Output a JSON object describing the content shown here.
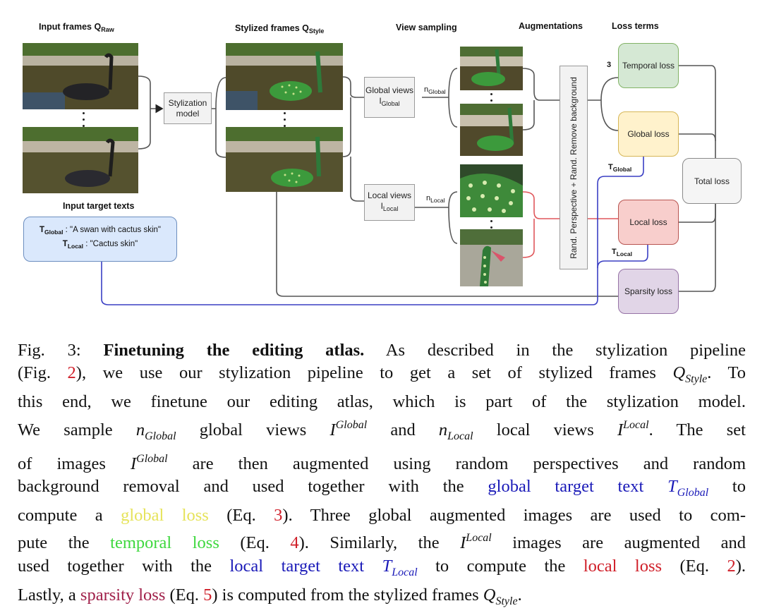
{
  "figure": {
    "headers": {
      "input_frames": "Input frames Q",
      "input_frames_sub": "Raw",
      "stylized_frames": "Stylized frames Q",
      "stylized_frames_sub": "Style",
      "view_sampling": "View sampling",
      "augmentations": "Augmentations",
      "loss_terms": "Loss terms",
      "input_target_texts": "Input target texts"
    },
    "stylization_model": {
      "line1": "Stylization",
      "line2": "model"
    },
    "global_views": {
      "line1": "Global views",
      "sym": "I",
      "sym_sub": "Global",
      "count": "n",
      "count_sub": "Global"
    },
    "local_views": {
      "line1": "Local views",
      "sym": "I",
      "sym_sub": "Local",
      "count": "n",
      "count_sub": "Local"
    },
    "augmentation_label": "Rand. Perspective + Rand. Remove background",
    "temporal_count": "3",
    "losses": {
      "temporal": "Temporal loss",
      "global": "Global loss",
      "local": "Local loss",
      "sparsity": "Sparsity loss",
      "total": "Total loss"
    },
    "edge_labels": {
      "t_global": "T",
      "t_global_sub": "Global",
      "t_local": "T",
      "t_local_sub": "Local"
    },
    "target_texts": {
      "global_sym": "T",
      "global_sub": "Global",
      "global_text": " : \"A swan with cactus skin\"",
      "local_sym": "T",
      "local_sub": "Local",
      "local_text": " : \"Cactus skin\""
    },
    "images": {
      "input_frame_1": "black swan on pond",
      "input_frame_2": "black swan on pond",
      "stylized_frame_1": "swan with cactus skin",
      "stylized_frame_2": "swan with cactus skin",
      "global_view_1": "global crop of stylized swan",
      "global_view_2": "global crop of stylized swan",
      "local_view_1": "close-up cactus texture",
      "local_view_2": "close-up cactus neck with beak"
    },
    "colors": {
      "wire": "#555555",
      "text_wire": "#3a3fc4",
      "local_wire": "#e0575b",
      "temporal": "#d5e8d4",
      "global": "#fff2cc",
      "local": "#f8cecc",
      "sparsity": "#e1d5e7",
      "total": "#f5f5f5",
      "target_texts": "#dae8fc"
    }
  },
  "caption": {
    "fig_label": "Fig. 3: ",
    "title": "Finetuning the editing atlas.",
    "l1_a": " As described in the stylization pipeline",
    "l2_a": "(Fig. ",
    "l2_ref": "2",
    "l2_b": "), we use our stylization pipeline to get a set of stylized frames ",
    "l2_q": "Q",
    "l2_q_sub": "Style",
    "l2_c": ". To",
    "l3": "this end, we finetune our editing atlas, which is part of the stylization model.",
    "l4_a": "We sample ",
    "l4_n": "n",
    "l4_n_sub": "Global",
    "l4_b": " global views ",
    "l4_i": "I",
    "l4_i_sup": "Global",
    "l4_c": " and ",
    "l4_n2": "n",
    "l4_n2_sub": "Local",
    "l4_d": " local views ",
    "l4_i2": "I",
    "l4_i2_sup": "Local",
    "l4_e": ". The set",
    "l5_a": "of images ",
    "l5_i": "I",
    "l5_i_sup": "Global",
    "l5_b": " are then augmented using random perspectives and random",
    "l6_a": "background removal and used together with the ",
    "l6_link": "global target text ",
    "l6_t": "T",
    "l6_t_sub": "Global",
    "l6_b": " to",
    "l7_a": "compute a ",
    "l7_link": "global loss",
    "l7_b": " (Eq. ",
    "l7_ref": "3",
    "l7_c": "). Three global augmented images are used to com-",
    "l8_a": "pute the ",
    "l8_link": "temporal loss",
    "l8_b": " (Eq. ",
    "l8_ref": "4",
    "l8_c": "). Similarly, the ",
    "l8_i": "I",
    "l8_i_sup": "Local",
    "l8_d": " images are augmented and",
    "l9_a": "used together with the ",
    "l9_link": "local target text ",
    "l9_t": "T",
    "l9_t_sub": "Local",
    "l9_b": " to compute the ",
    "l9_link2": "local loss",
    "l9_c": " (Eq. ",
    "l9_ref": "2",
    "l9_d": ").",
    "l10_a": "Lastly, a ",
    "l10_link": "sparsity loss",
    "l10_b": " (Eq. ",
    "l10_ref": "5",
    "l10_c": ") is computed from the stylized frames ",
    "l10_q": "Q",
    "l10_q_sub": "Style",
    "l10_d": "."
  }
}
